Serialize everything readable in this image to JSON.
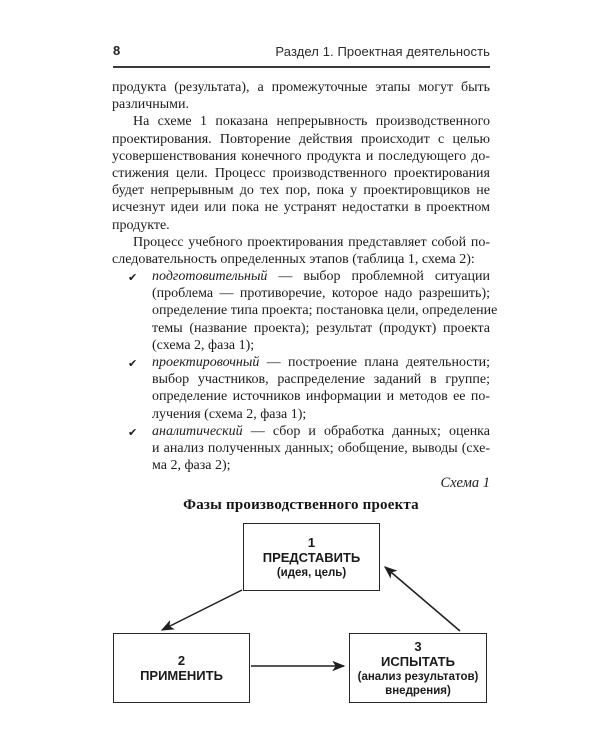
{
  "header": {
    "page_number": "8",
    "section_title": "Раздел 1. Проектная деятельность"
  },
  "body": {
    "p1": {
      "l0": "продукта (результата), а промежуточные этапы могут быть",
      "l1": "различными."
    },
    "p2": {
      "l0": "На схеме 1 показана непрерывность производственного",
      "l1": "проектирования. Повторение действия происходит с целью",
      "l2": "усовершенствования конечного продукта и последующего до-",
      "l3": "стижения цели. Процесс производственного проектирования",
      "l4": "будет непрерывным до тех пор, пока у проектировщиков не",
      "l5": "исчезнут идеи или пока не устранят недостатки в проектном",
      "l6": "продукте."
    },
    "p3": {
      "l0": "Процесс учебного проектирования представляет собой по-",
      "l1": "следовательность определенных этапов (таблица 1, схема 2):"
    },
    "bullets": [
      {
        "marker": "✔",
        "term": "подготовительный",
        "rest": " — выбор проблемной ситуации",
        "l0": "(проблема — противоречие, которое надо разрешить);",
        "l1": "определение типа проекта; постановка цели, определение",
        "l2": "темы (название проекта); результат (продукт) проекта",
        "l3": "(схема 2, фаза 1);"
      },
      {
        "marker": "✔",
        "term": "проектировочный",
        "rest": " — построение плана деятельности;",
        "l0": "выбор участников, распределение заданий в группе;",
        "l1": "определение источников информации и методов ее по-",
        "l2": "лучения (схема 2, фаза 1);"
      },
      {
        "marker": "✔",
        "term": "аналитический",
        "rest": " — сбор и обработка данных; оценка",
        "l0": "и анализ полученных данных; обобщение, выводы (схе-",
        "l1": "ма 2, фаза 2);"
      }
    ]
  },
  "schema": {
    "label": "Схема 1"
  },
  "diagram": {
    "title": "Фазы производственного проекта",
    "boxes": [
      {
        "number": "1",
        "name": "ПРЕДСТАВИТЬ",
        "sub1": "(идея, цель)"
      },
      {
        "number": "2",
        "name": "ПРИМЕНИТЬ"
      },
      {
        "number": "3",
        "name": "ИСПЫТАТЬ",
        "sub1": "(анализ результатов)",
        "sub2": "внедрения)"
      }
    ],
    "edges": [
      {
        "from": "1",
        "to": "2"
      },
      {
        "from": "2",
        "to": "3"
      },
      {
        "from": "3",
        "to": "1"
      }
    ],
    "ink_color": "#1f1f1f"
  }
}
